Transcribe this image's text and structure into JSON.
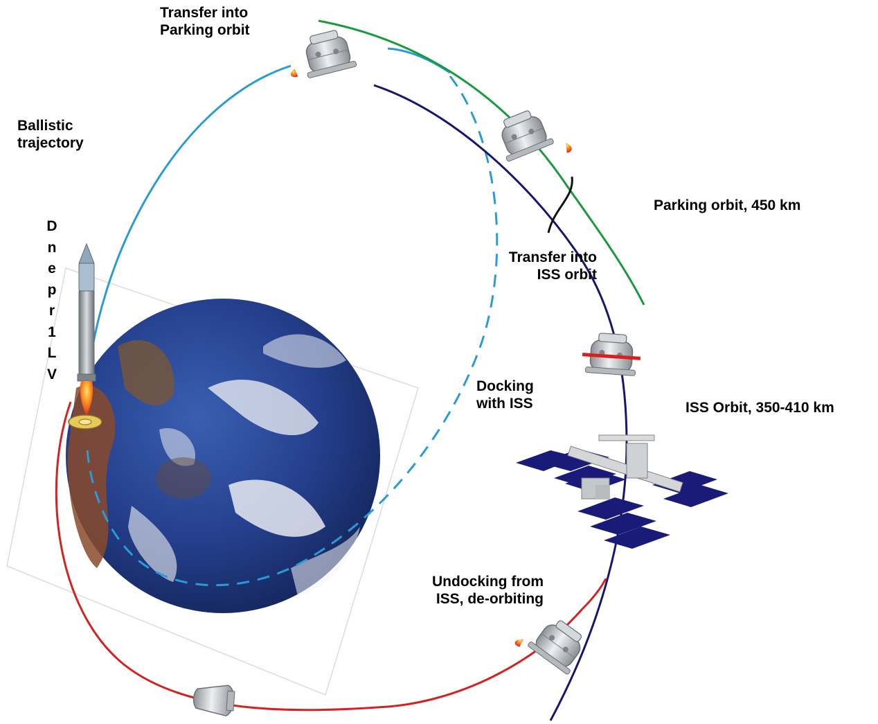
{
  "labels": {
    "transfer_parking": [
      "Transfer into",
      "Parking orbit"
    ],
    "ballistic": [
      "Ballistic",
      "trajectory"
    ],
    "launch_vehicle_letters": [
      "D",
      "n",
      "e",
      "p",
      "r",
      "1",
      "L",
      "V"
    ],
    "parking_orbit": "Parking orbit, 450 km",
    "transfer_iss": [
      "Transfer into",
      "ISS orbit"
    ],
    "docking": [
      "Docking",
      "with ISS"
    ],
    "iss_orbit": "ISS Orbit, 350-410 km",
    "undocking": [
      "Undocking from",
      "ISS, de-orbiting"
    ]
  },
  "colors": {
    "ballistic_trajectory": "#2b9bd6",
    "parking_orbit": "#1a9a3c",
    "iss_orbit": "#16166e",
    "transfer_link": "#111111",
    "deorbit_path": "#d42222",
    "earth_ocean": "#1f3f8a",
    "earth_land": "#8a4a2a",
    "spacecraft_body": "#c9ccd0",
    "iss_panels": "#1a1a78"
  }
}
